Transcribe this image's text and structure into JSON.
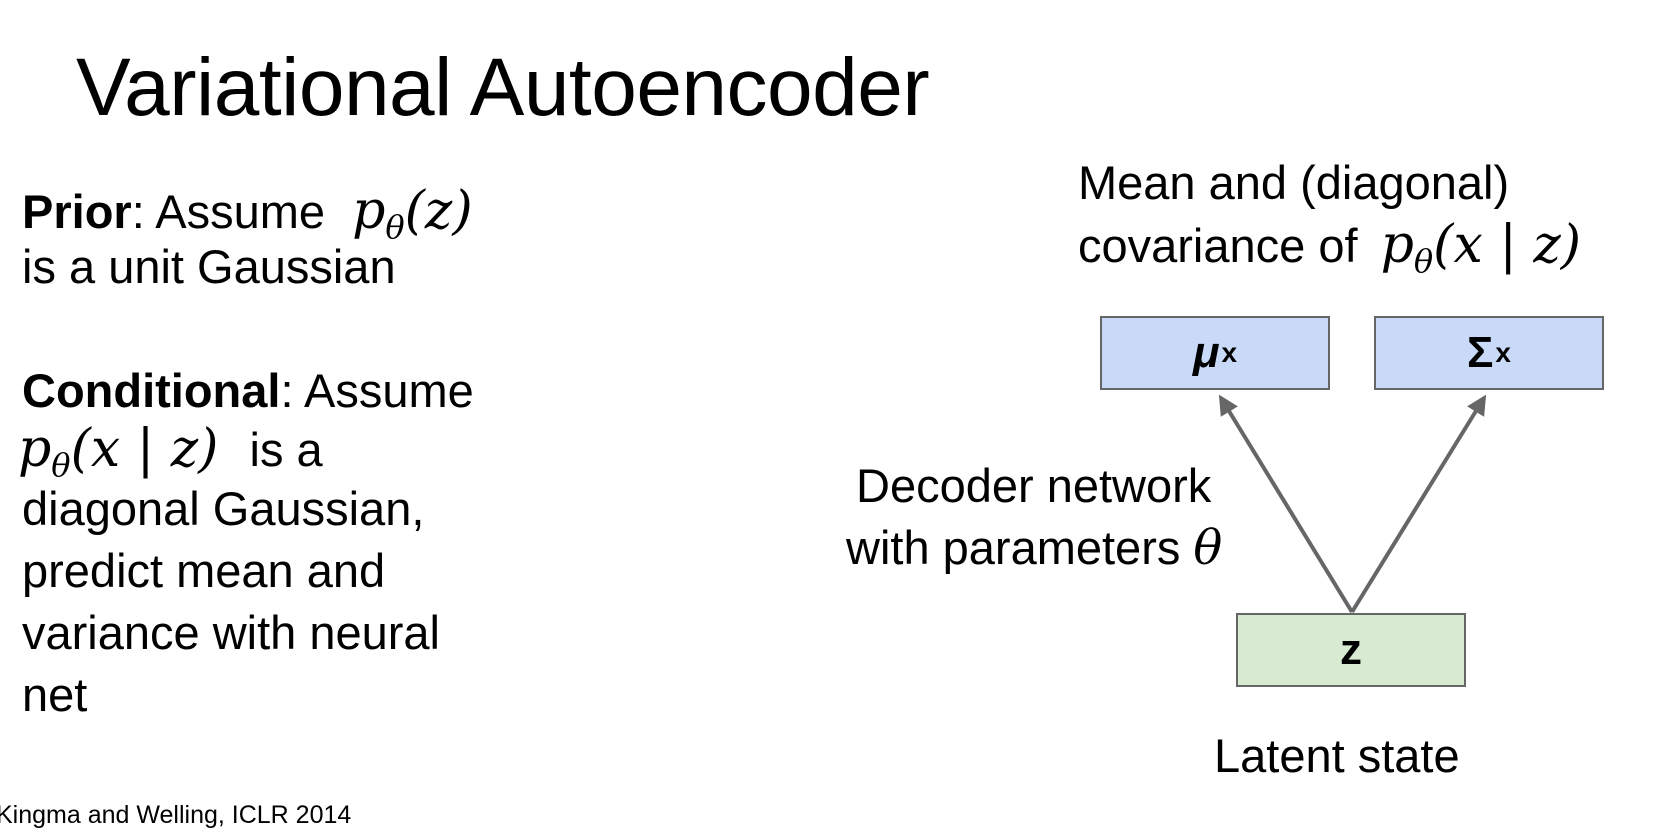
{
  "title": "Variational Autoencoder",
  "prior": {
    "label": "Prior",
    "text": ": Assume",
    "math": "p",
    "math_sub": "θ",
    "math_arg": "(z)",
    "line2": "is a unit Gaussian"
  },
  "conditional": {
    "label": "Conditional",
    "text": ": Assume",
    "math": "p",
    "math_sub": "θ",
    "math_arg": "(x | z)",
    "after_math": "is a",
    "lines": [
      "diagonal Gaussian,",
      "predict mean and",
      "variance with neural",
      "net"
    ]
  },
  "citation": "Kingma and Welling, ICLR 2014",
  "diagram": {
    "top_label_line1": "Mean and (diagonal)",
    "top_label_line2": "covariance of",
    "top_math": "p",
    "top_math_sub": "θ",
    "top_math_arg": "(x | z)",
    "mu_box": {
      "symbol": "μ",
      "sup": "x"
    },
    "sigma_box": {
      "symbol": "Σ",
      "sup": "x"
    },
    "z_box": {
      "symbol": "z"
    },
    "decoder_line1": "Decoder network",
    "decoder_line2": "with parameters",
    "decoder_theta": "θ",
    "latent_label": "Latent state"
  },
  "colors": {
    "output_box": "#c9daf8",
    "latent_box": "#d9ead3",
    "arrow": "#666666"
  }
}
